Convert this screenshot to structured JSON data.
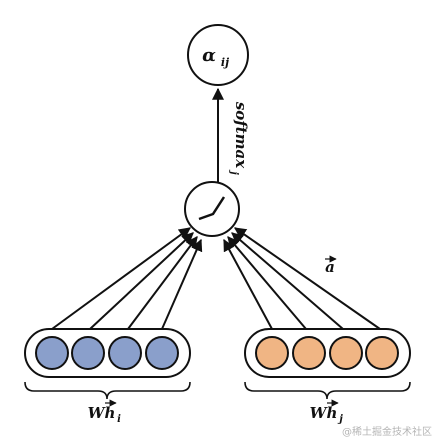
{
  "diagram": {
    "output_node": {
      "label": "α",
      "subscript": "ij"
    },
    "edge_label": {
      "text": "softmax",
      "subscript": "j"
    },
    "attention_vector_label": "a",
    "left_group": {
      "label_prefix": "W",
      "label_vec": "h",
      "label_subscript": "i",
      "node_count": 4,
      "node_color": "#8a9fcb"
    },
    "right_group": {
      "label_prefix": "W",
      "label_vec": "h",
      "label_subscript": "j",
      "node_count": 4,
      "node_color": "#f0b584"
    }
  },
  "watermark": "@稀土掘金技术社区"
}
